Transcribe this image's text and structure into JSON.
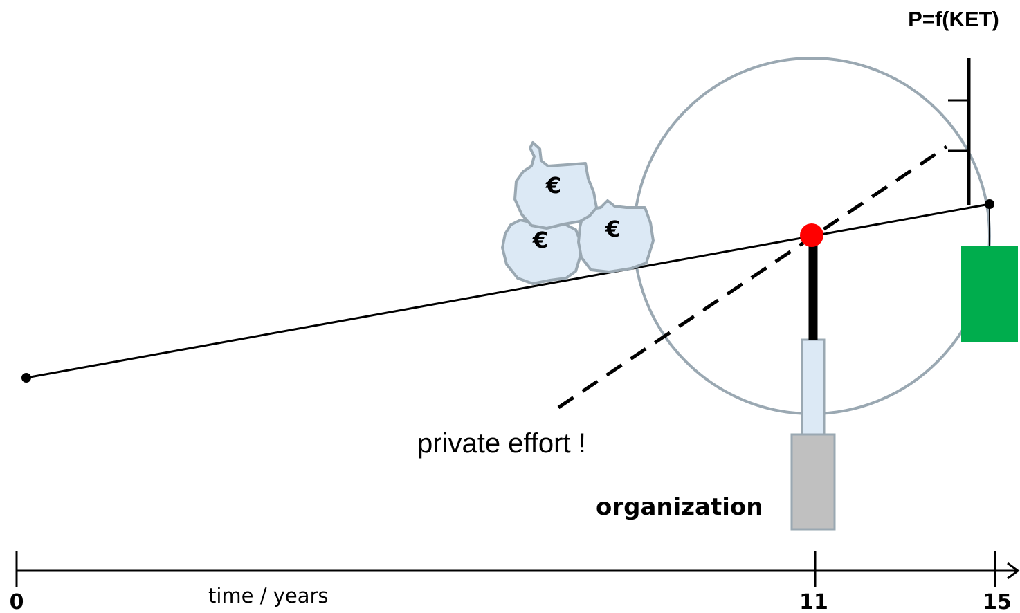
{
  "title": "P=f(KET)",
  "annotation": "private effort !",
  "organization_label": "organization",
  "axis": {
    "label": "time / years",
    "ticks": [
      "0",
      "11",
      "15"
    ]
  },
  "money_bags": [
    {
      "symbol": "€"
    },
    {
      "symbol": "€"
    },
    {
      "symbol": "€"
    }
  ],
  "colors": {
    "pivot": "#ff0000",
    "counterweight": "#00ad4d",
    "circle": "#9aa8b2",
    "bag_fill": "#dce9f5",
    "bag_stroke": "#9aa8b2",
    "column_top": "#dce9f5",
    "column_base": "#c0c0c0"
  }
}
